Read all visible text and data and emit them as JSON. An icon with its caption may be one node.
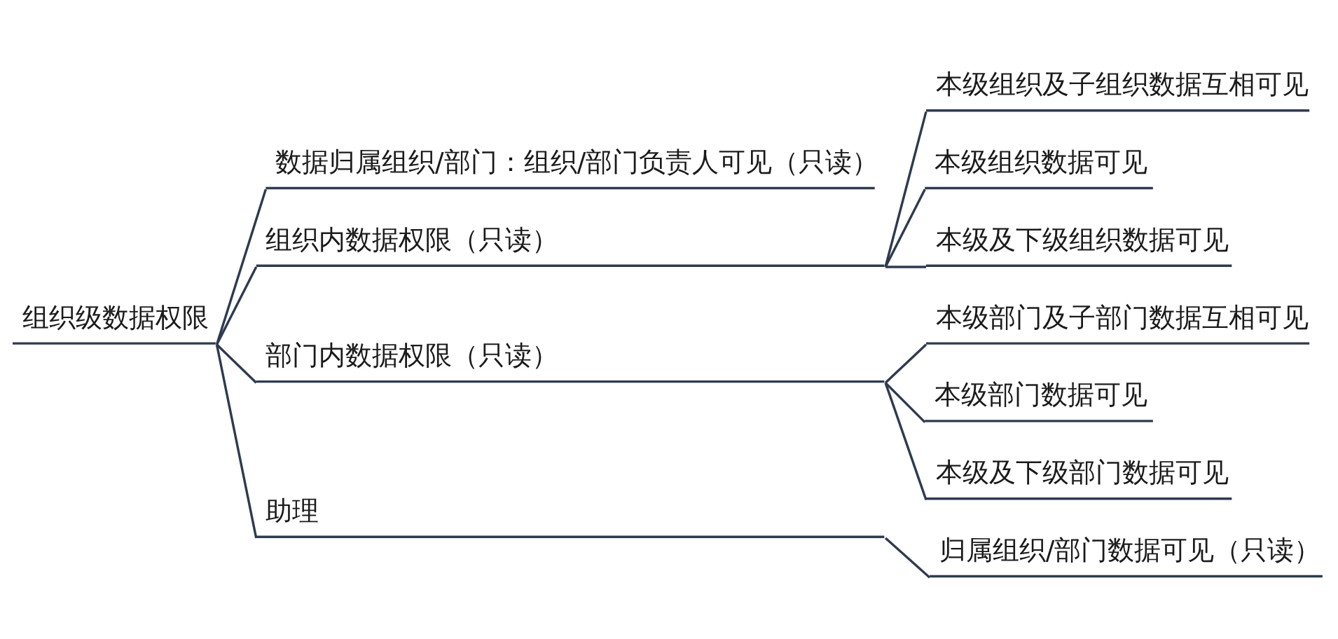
{
  "diagram": {
    "nodes": [
      {
        "text": [
          "组织级数据权限"
        ]
      },
      {
        "text": [
          "数据归属组织/部门：组织/部门负责人可见（只读）"
        ]
      },
      {
        "text": [
          "组织内数据权限（只读）"
        ]
      },
      {
        "text": [
          "本级组织及子组织数据互相可见"
        ]
      },
      {
        "text": [
          "本级组织数据可见"
        ]
      },
      {
        "text": [
          "本级及下级组织数据可见"
        ]
      },
      {
        "text": [
          "部门内数据权限（只读）"
        ]
      },
      {
        "text": [
          "本级部门及子部门数据互相可见"
        ]
      },
      {
        "text": [
          "本级部门数据可见"
        ]
      },
      {
        "text": [
          "本级及下级部门数据可见"
        ]
      },
      {
        "text": [
          "助理"
        ]
      },
      {
        "text": [
          "归属组织/部门数据可见（只读）"
        ]
      }
    ],
    "edges": [
      {
        "from": 0,
        "to": 1,
        "arrow": "none"
      },
      {
        "from": 0,
        "to": 2,
        "arrow": "none"
      },
      {
        "from": 2,
        "to": 3,
        "arrow": "none"
      },
      {
        "from": 2,
        "to": 4,
        "arrow": "none"
      },
      {
        "from": 2,
        "to": 5,
        "arrow": "none"
      },
      {
        "from": 0,
        "to": 6,
        "arrow": "none"
      },
      {
        "from": 6,
        "to": 7,
        "arrow": "none"
      },
      {
        "from": 6,
        "to": 8,
        "arrow": "none"
      },
      {
        "from": 6,
        "to": 9,
        "arrow": "none"
      },
      {
        "from": 0,
        "to": 10,
        "arrow": "none"
      },
      {
        "from": 10,
        "to": 11,
        "arrow": "none"
      }
    ]
  }
}
